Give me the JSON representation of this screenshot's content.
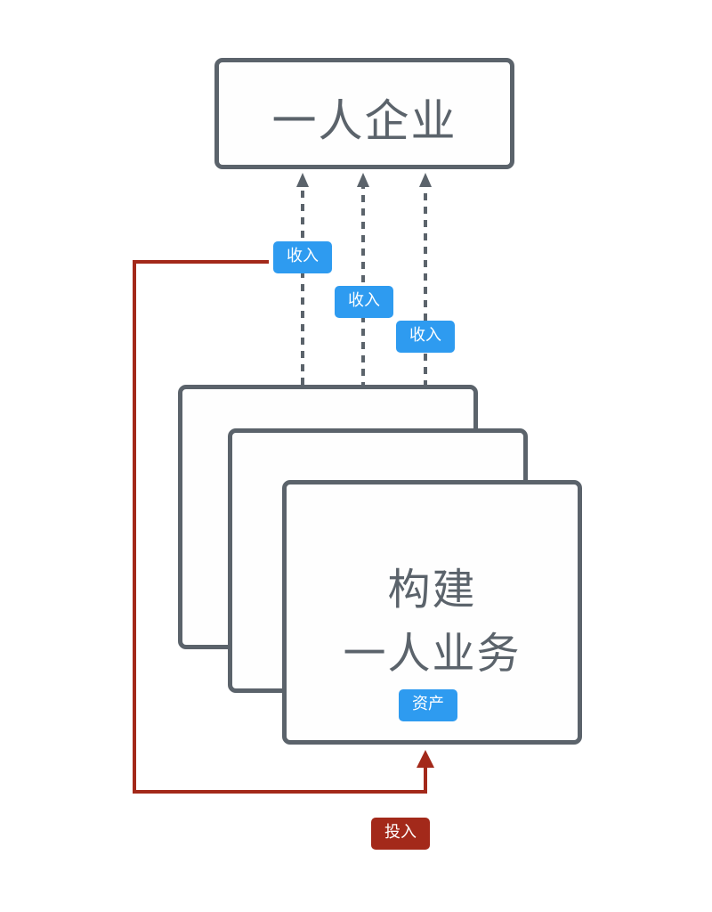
{
  "diagram": {
    "top_node": {
      "label": "一人企业"
    },
    "business_node": {
      "line1": "构建",
      "line2": "一人业务",
      "tag": "资产"
    },
    "income_tags": [
      "收入",
      "收入",
      "收入"
    ],
    "investment_tag": "投入",
    "colors": {
      "node_border": "#5b636b",
      "income_tag": "#2e9bf0",
      "investment": "#a3291a",
      "dashed_arrow": "#5b636b"
    }
  }
}
